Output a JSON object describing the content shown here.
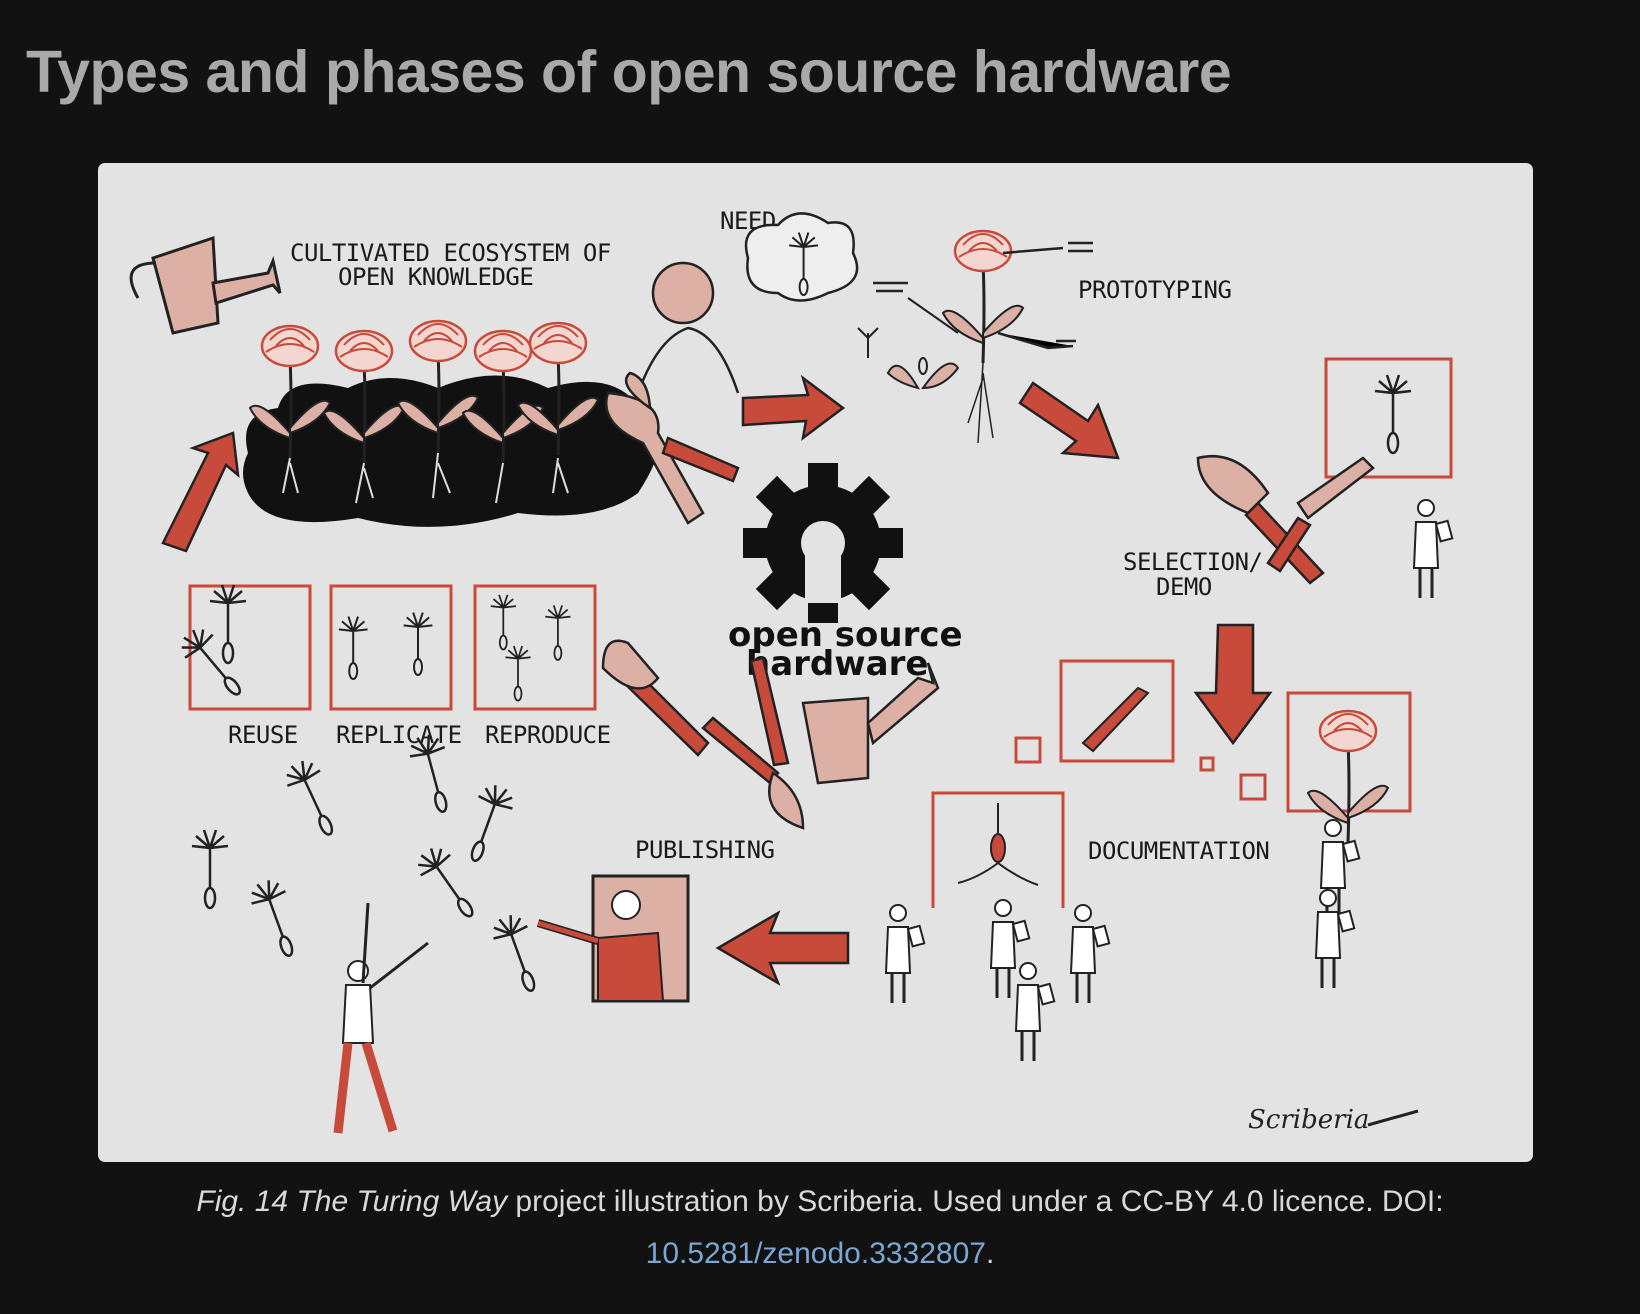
{
  "page": {
    "title": "Types and phases of open source hardware"
  },
  "figure": {
    "labels": {
      "ecosystem_line1": "CULTIVATED ECOSYSTEM OF",
      "ecosystem_line2": "OPEN KNOWLEDGE",
      "need": "NEED",
      "prototyping": "PROTOTYPING",
      "selection_line1": "SELECTION/",
      "selection_line2": "DEMO",
      "documentation": "DOCUMENTATION",
      "publishing": "PUBLISHING",
      "reuse": "REUSE",
      "replicate": "REPLICATE",
      "reproduce": "REPRODUCE",
      "center_line1": "open source",
      "center_line2": "hardware"
    },
    "signature": "Scriberia",
    "colors": {
      "background": "#e3e3e3",
      "accent_red": "#c84a3a",
      "accent_pink": "#dcb0a4",
      "ink": "#1a1a1a"
    }
  },
  "caption": {
    "fig_number": "Fig. 14",
    "project_name": "The Turing Way",
    "text": " project illustration by Scriberia. Used under a CC-BY 4.0 licence. DOI:",
    "doi_link": "10.5281/zenodo.3332807",
    "period": "."
  }
}
